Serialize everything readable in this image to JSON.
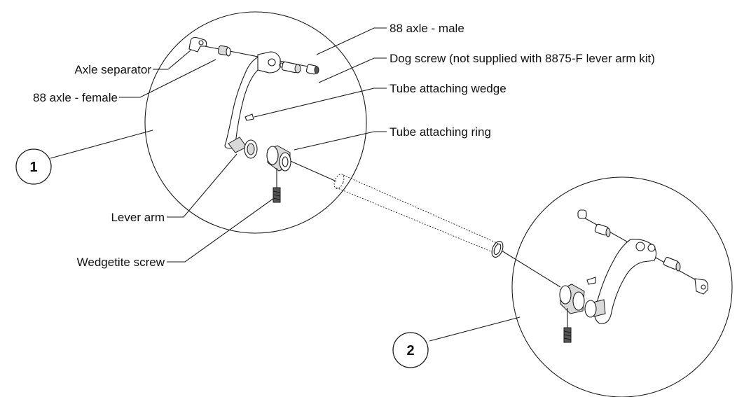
{
  "labels": {
    "axle_separator": "Axle separator",
    "axle_female": "88 axle - female",
    "axle_male": "88 axle - male",
    "dog_screw": "Dog screw (not supplied with 8875-F lever arm kit)",
    "tube_wedge": "Tube attaching wedge",
    "tube_ring": "Tube attaching ring",
    "lever_arm": "Lever arm",
    "wedgetite_screw": "Wedgetite screw"
  },
  "callouts": {
    "one": "1",
    "two": "2"
  }
}
